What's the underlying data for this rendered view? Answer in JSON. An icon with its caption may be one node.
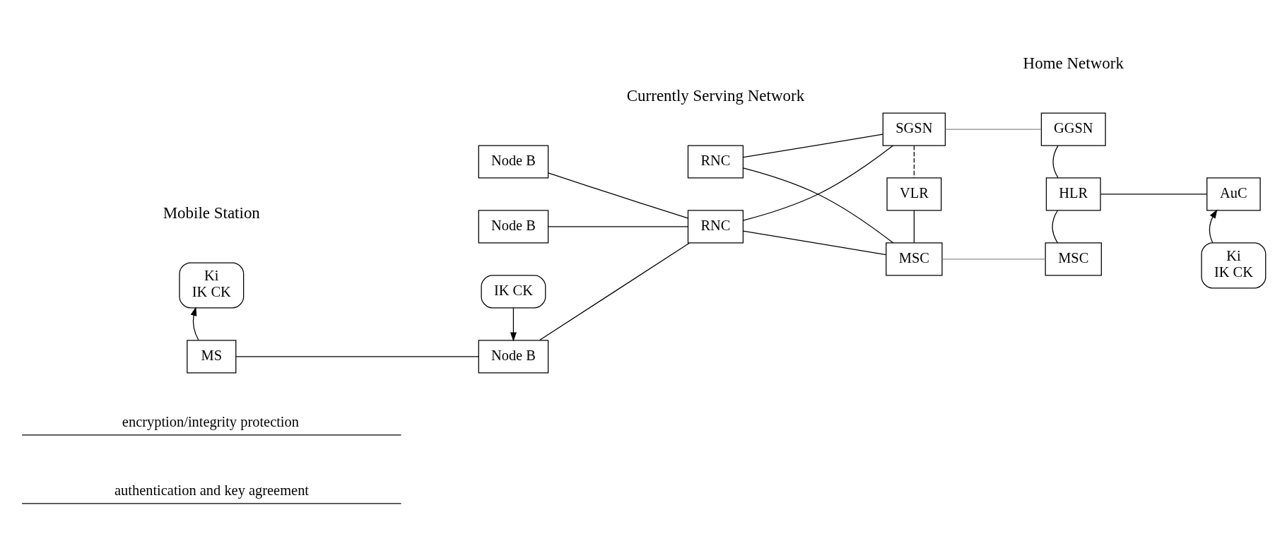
{
  "diagram": {
    "nodes": [
      {
        "text": [
          "RNC"
        ]
      },
      {
        "text": [
          "SGSN"
        ]
      },
      {
        "text": [
          "GGSN"
        ]
      },
      {
        "text": [
          "Node B"
        ]
      },
      {
        "text": [
          "VLR"
        ]
      },
      {
        "text": [
          "HLR"
        ]
      },
      {
        "text": [
          "AuC"
        ]
      },
      {
        "text": [
          "Ki",
          "IK CK"
        ]
      },
      {
        "text": [
          "Node B"
        ]
      },
      {
        "text": [
          "RNC"
        ]
      },
      {
        "text": [
          "MSC"
        ]
      },
      {
        "text": [
          "MSC"
        ]
      },
      {
        "text": [
          "Ki",
          "IK CK"
        ]
      },
      {
        "text": [
          "MS"
        ]
      },
      {
        "text": [
          "Node B"
        ]
      },
      {
        "text": [
          "IK CK"
        ]
      }
    ],
    "edges": [
      {
        "from": 0,
        "to": 1,
        "arrow": "none"
      },
      {
        "from": 0,
        "to": 10,
        "arrow": "none"
      },
      {
        "from": 9,
        "to": 1,
        "arrow": "none"
      },
      {
        "from": 9,
        "to": 10,
        "arrow": "none"
      },
      {
        "from": 3,
        "to": 9,
        "arrow": "none"
      },
      {
        "from": 8,
        "to": 9,
        "arrow": "none"
      },
      {
        "from": 14,
        "to": 9,
        "arrow": "none"
      },
      {
        "from": 1,
        "to": 2,
        "arrow": "none",
        "color": "#8c8c8c"
      },
      {
        "from": 1,
        "to": 4,
        "arrow": "none",
        "style": "dashed"
      },
      {
        "from": 4,
        "to": 10,
        "arrow": "none"
      },
      {
        "from": 2,
        "to": 5,
        "arrow": "none"
      },
      {
        "from": 5,
        "to": 6,
        "arrow": "none"
      },
      {
        "from": 5,
        "to": 11,
        "arrow": "none"
      },
      {
        "from": 10,
        "to": 11,
        "arrow": "none",
        "color": "#8c8c8c"
      },
      {
        "from": 12,
        "to": 6,
        "arrow": "to"
      },
      {
        "from": 13,
        "to": 7,
        "arrow": "to"
      },
      {
        "from": 15,
        "to": 14,
        "arrow": "to"
      },
      {
        "from": 13,
        "to": 14,
        "arrow": "none"
      }
    ],
    "labels": [
      "Mobile Station",
      "Currently Serving Network",
      "Home Network",
      "encryption/integrity protection",
      "authentication and key agreement"
    ]
  }
}
